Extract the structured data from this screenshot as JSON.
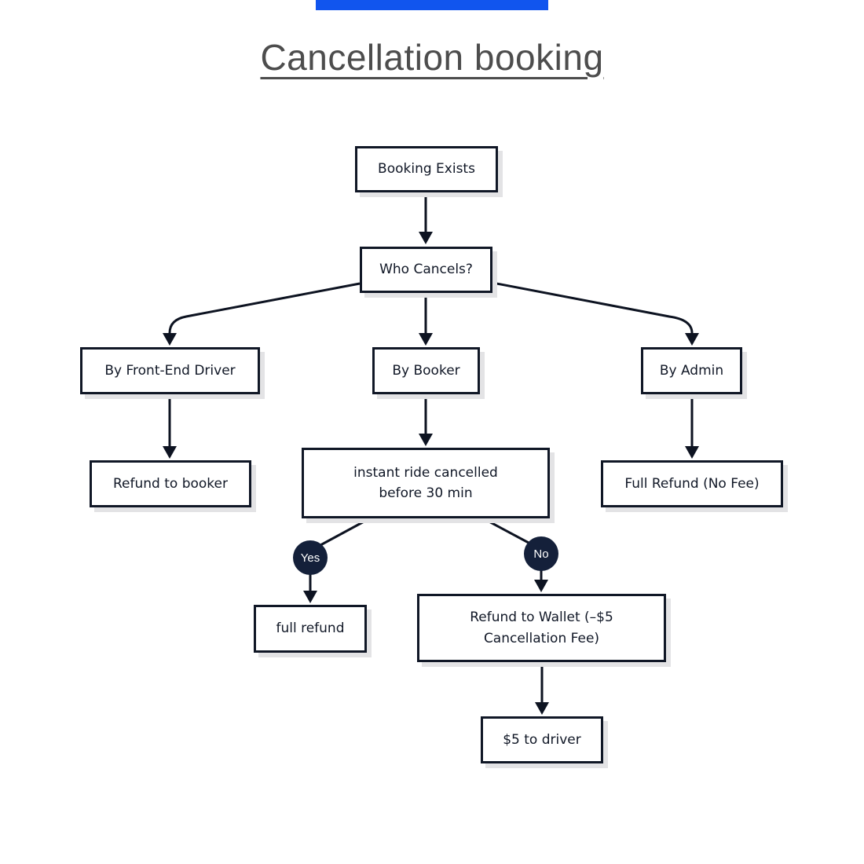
{
  "header": {
    "accent_bar_color": "#1155ee",
    "title": "Cancellation booking",
    "title_color": "#4d4d4d"
  },
  "flowchart": {
    "nodes": {
      "booking_exists": {
        "label": "Booking Exists"
      },
      "who_cancels": {
        "label": "Who Cancels?"
      },
      "by_front_end_driver": {
        "label": "By Front-End Driver"
      },
      "by_booker": {
        "label": "By Booker"
      },
      "by_admin": {
        "label": "By Admin"
      },
      "refund_to_booker": {
        "label": "Refund to booker"
      },
      "instant_ride": {
        "label": "instant ride cancelled before 30 min"
      },
      "full_refund_no_fee": {
        "label": "Full Refund (No Fee)"
      },
      "full_refund": {
        "label": "full refund"
      },
      "refund_to_wallet": {
        "label": "Refund to Wallet (–$5 Cancellation Fee)"
      },
      "five_to_driver": {
        "label": "$5 to driver"
      }
    },
    "decision_labels": {
      "yes": "Yes",
      "no": "No"
    },
    "colors": {
      "node_border": "#101726",
      "node_text": "#101726",
      "decision_circle": "#14203a",
      "connector_line": "#0d1321",
      "box_shadow": "#e3e3e5",
      "background": "#ffffff"
    }
  }
}
